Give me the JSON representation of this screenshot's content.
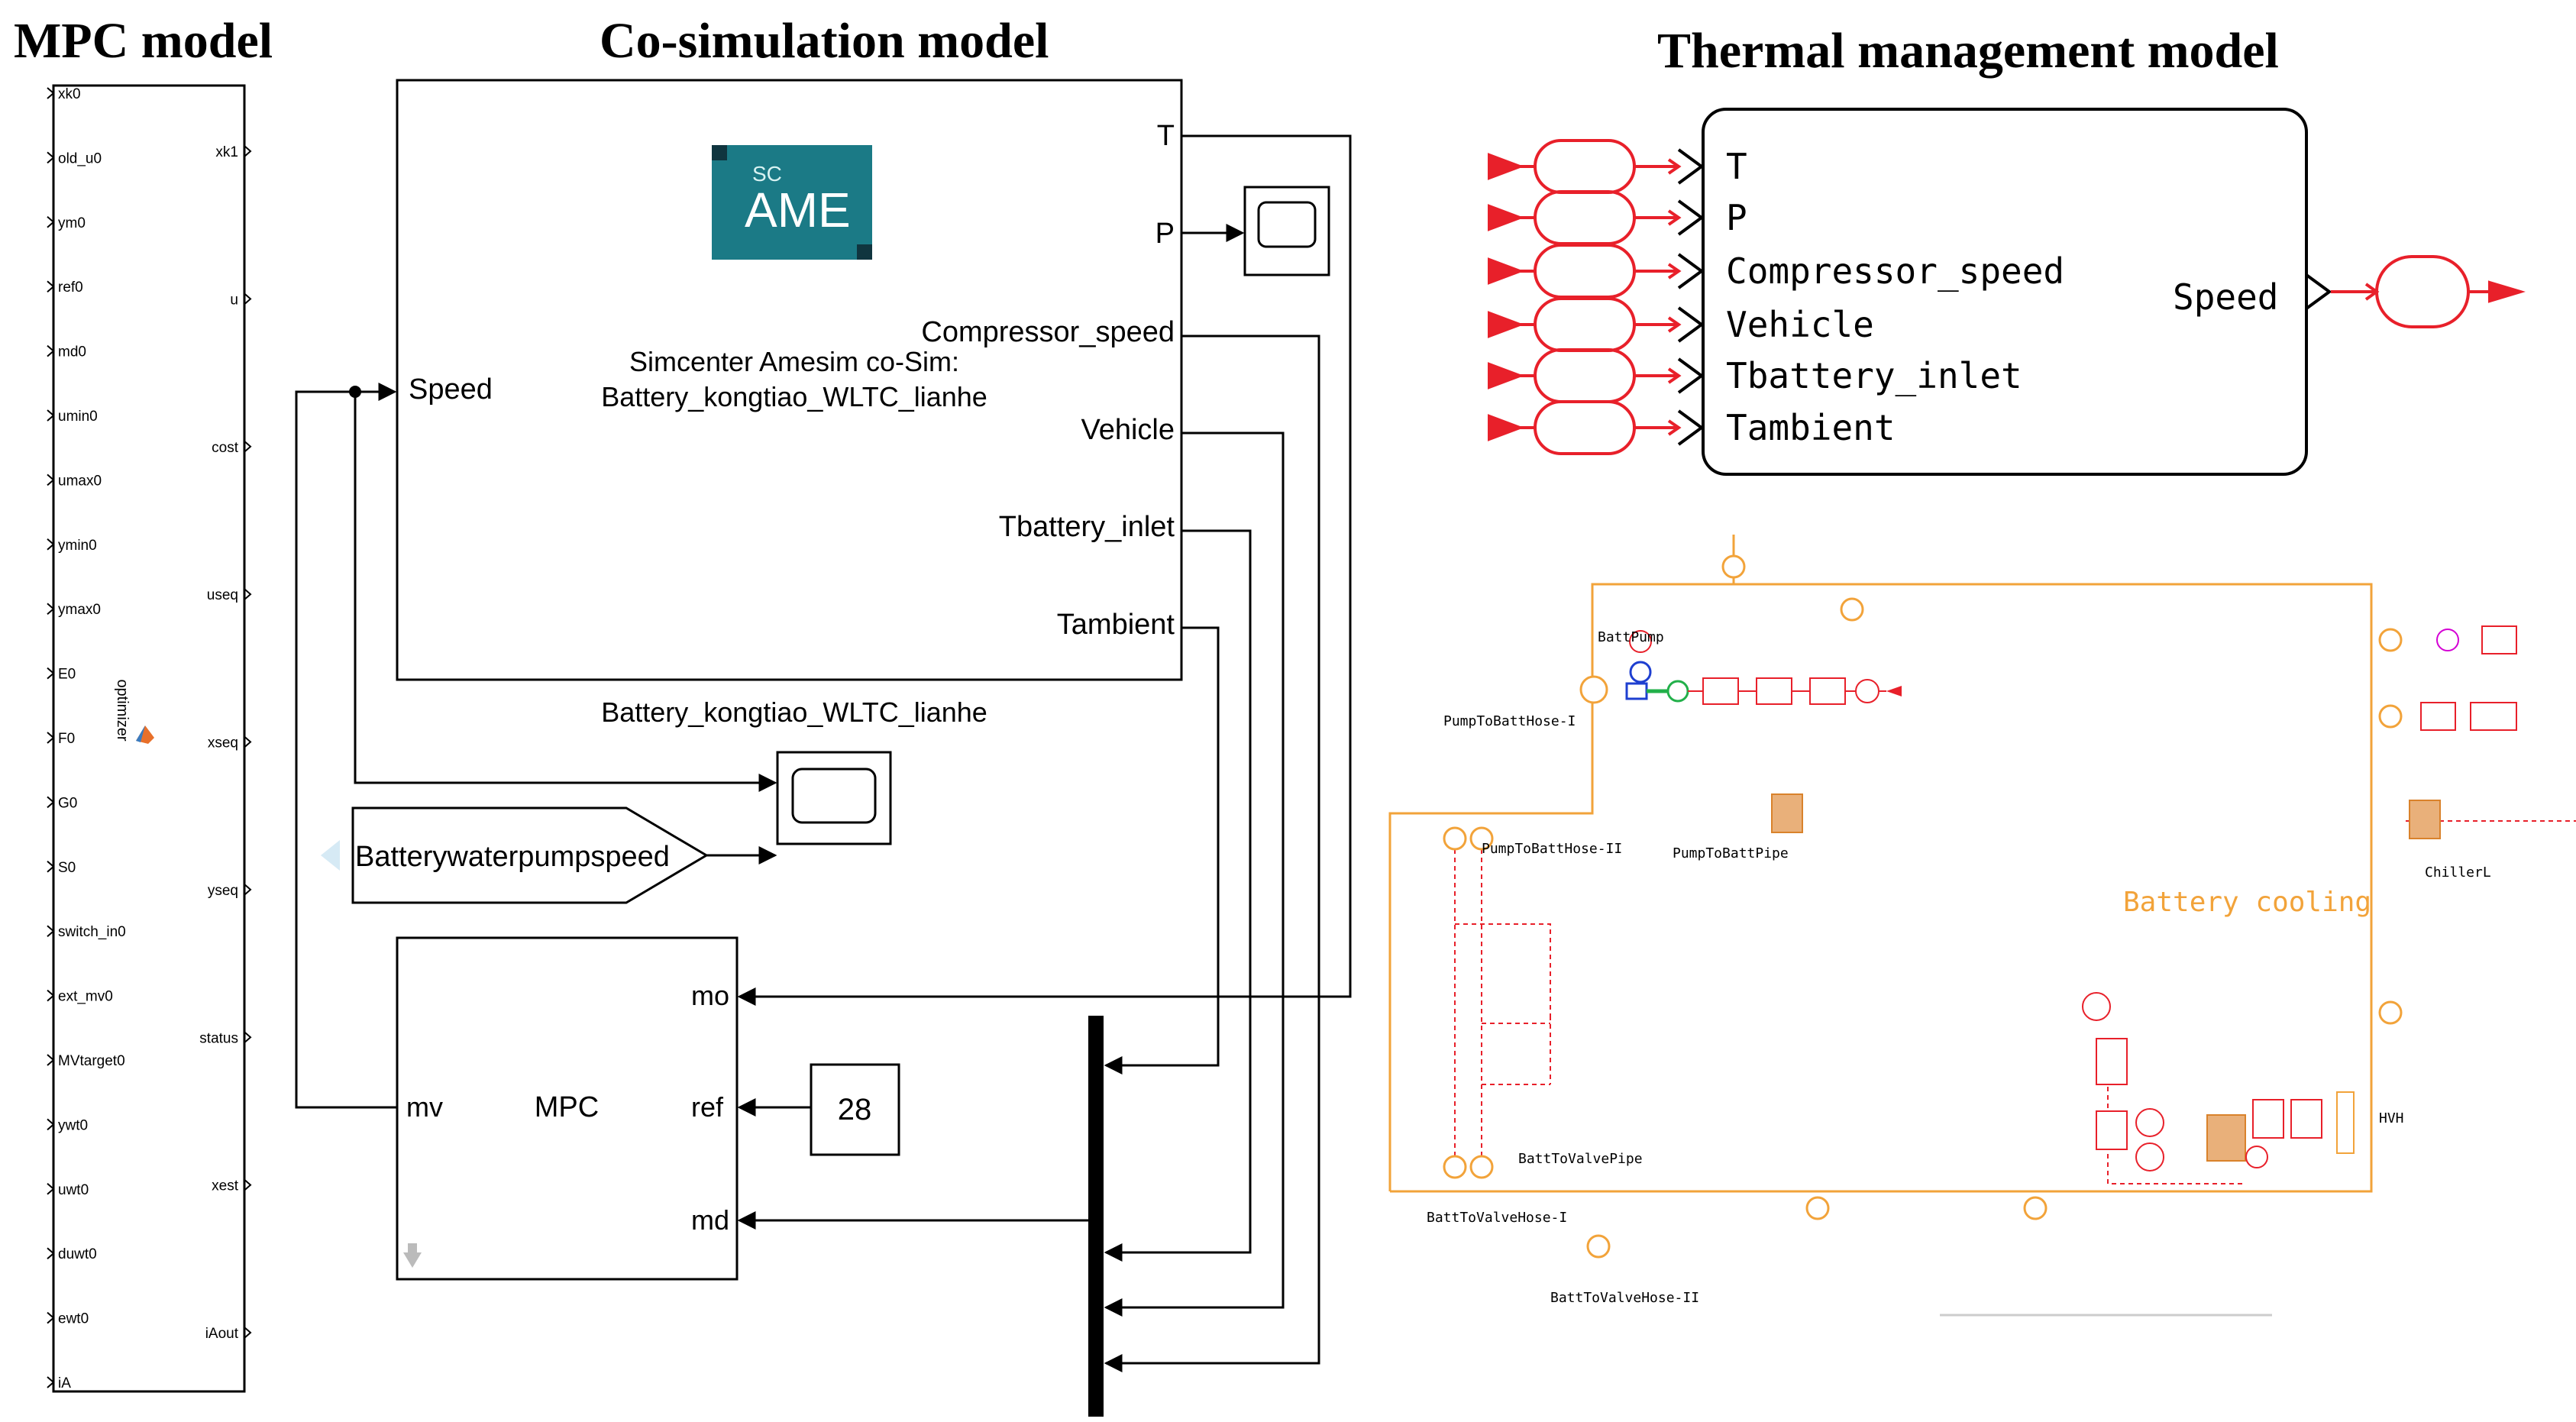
{
  "colors": {
    "line": "#000000",
    "red": "#e8202a",
    "orange": "#f2a33a",
    "dark_orange": "#d9822b",
    "ame_bg": "#1b7a86",
    "ame_dark": "#10353f",
    "bus": "#000000"
  },
  "panels": {
    "mpc_title": "MPC model",
    "cosim_title": "Co-simulation model",
    "thermal_title": "Thermal management model"
  },
  "mpc_block": {
    "inputs": [
      "xk0",
      "old_u0",
      "ym0",
      "ref0",
      "md0",
      "umin0",
      "umax0",
      "ymin0",
      "ymax0",
      "E0",
      "F0",
      "G0",
      "S0",
      "switch_in0",
      "ext_mv0",
      "MVtarget0",
      "ywt0",
      "uwt0",
      "duwt0",
      "ewt0",
      "iA"
    ],
    "outputs": [
      "xk1",
      "u",
      "cost",
      "useq",
      "xseq",
      "yseq",
      "status",
      "xest",
      "iAout"
    ],
    "name": "optimizer",
    "icon": "matlab-icon"
  },
  "ame_block": {
    "logo_sc": "SC",
    "logo_main": "AME",
    "caption_line1": "Simcenter Amesim co-Sim:",
    "caption_line2": "Battery_kongtiao_WLTC_lianhe",
    "input": "Speed",
    "outputs": [
      "T",
      "P",
      "Compressor_speed",
      "Vehicle",
      "Tbattery_inlet",
      "Tambient"
    ],
    "name": "Battery_kongtiao_WLTC_lianhe"
  },
  "goto_tag": "Batterywaterpumpspeed",
  "mpc_sim_block": {
    "title": "MPC",
    "input_mo": "mo",
    "input_ref": "ref",
    "input_md": "md",
    "output_mv": "mv"
  },
  "constant_value": "28",
  "thermal_block": {
    "inputs": [
      "T",
      "P",
      "Compressor_speed",
      "Vehicle",
      "Tbattery_inlet",
      "Tambient"
    ],
    "output": "Speed"
  },
  "circuit": {
    "title": "Battery cooling",
    "labels": {
      "batt_pump": "BattPump",
      "pump_hose_1": "PumpToBattHose-I",
      "pump_hose_2": "PumpToBattHose-II",
      "pump_pipe": "PumpToBattPipe",
      "chiller": "ChillerL",
      "valve_pipe": "BattToValvePipe",
      "valve_hose_1": "BattToValveHose-I",
      "valve_hose_2": "BattToValveHose-II",
      "hvh": "HVH"
    }
  }
}
